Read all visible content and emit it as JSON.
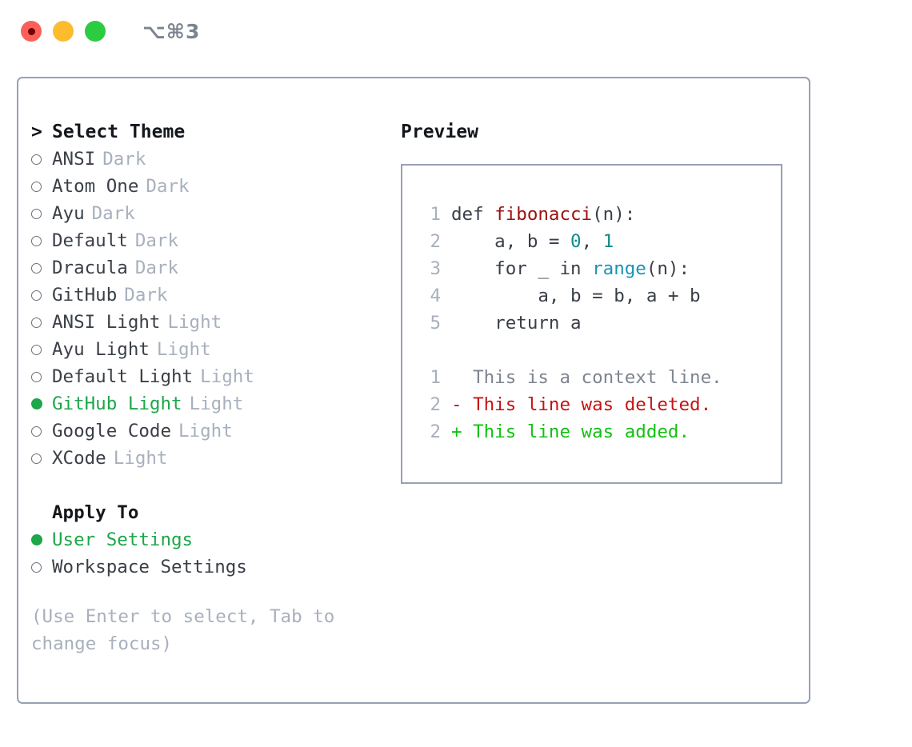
{
  "titlebar": {
    "shortcut": "⌥⌘3",
    "dots": [
      "close-dot",
      "minimize-dot",
      "maximize-dot"
    ]
  },
  "theme_picker": {
    "header": {
      "caret": ">",
      "label": "Select Theme"
    },
    "items": [
      {
        "name": "ANSI",
        "tag": "Dark",
        "selected": false
      },
      {
        "name": "Atom One",
        "tag": "Dark",
        "selected": false
      },
      {
        "name": "Ayu",
        "tag": "Dark",
        "selected": false
      },
      {
        "name": "Default",
        "tag": "Dark",
        "selected": false
      },
      {
        "name": "Dracula",
        "tag": "Dark",
        "selected": false
      },
      {
        "name": "GitHub",
        "tag": "Dark",
        "selected": false
      },
      {
        "name": "ANSI Light",
        "tag": "Light",
        "selected": false
      },
      {
        "name": "Ayu Light",
        "tag": "Light",
        "selected": false
      },
      {
        "name": "Default Light",
        "tag": "Light",
        "selected": false
      },
      {
        "name": "GitHub Light",
        "tag": "Light",
        "selected": true
      },
      {
        "name": "Google Code",
        "tag": "Light",
        "selected": false
      },
      {
        "name": "XCode",
        "tag": "Light",
        "selected": false
      }
    ]
  },
  "apply_to": {
    "header": "Apply To",
    "options": [
      {
        "label": "User Settings",
        "selected": true
      },
      {
        "label": "Workspace Settings",
        "selected": false
      }
    ]
  },
  "hint": "(Use Enter to select, Tab to change focus)",
  "preview": {
    "title": "Preview",
    "code": [
      {
        "num": "1",
        "parts": [
          {
            "t": "def ",
            "c": "code-txt"
          },
          {
            "t": "fibonacci",
            "c": "tok-fn"
          },
          {
            "t": "(n):",
            "c": "code-txt"
          }
        ]
      },
      {
        "num": "2",
        "parts": [
          {
            "t": "    a, b = ",
            "c": "code-txt"
          },
          {
            "t": "0",
            "c": "tok-num"
          },
          {
            "t": ", ",
            "c": "code-txt"
          },
          {
            "t": "1",
            "c": "tok-num"
          }
        ]
      },
      {
        "num": "3",
        "parts": [
          {
            "t": "    for _ in ",
            "c": "code-txt"
          },
          {
            "t": "range",
            "c": "tok-bi"
          },
          {
            "t": "(n):",
            "c": "code-txt"
          }
        ]
      },
      {
        "num": "4",
        "parts": [
          {
            "t": "        a, b = b, a + b",
            "c": "code-txt"
          }
        ]
      },
      {
        "num": "5",
        "parts": [
          {
            "t": "    return a",
            "c": "code-txt"
          }
        ]
      }
    ],
    "diff": [
      {
        "num": "1",
        "marker": "  ",
        "text": "This is a context line.",
        "cls": "diff-ctx"
      },
      {
        "num": "2",
        "marker": "- ",
        "text": "This line was deleted.",
        "cls": "diff-del"
      },
      {
        "num": "2",
        "marker": "+ ",
        "text": "This line was added.",
        "cls": "diff-add"
      }
    ]
  },
  "colors": {
    "accent_green": "#1da64a",
    "border": "#97a1b3",
    "muted": "#a8b0bd",
    "text": "#3a3f47",
    "fn_red": "#9b1111",
    "num_teal": "#0e8b8b",
    "builtin_blue": "#1a93b5",
    "diff_delete": "#c51414",
    "diff_add": "#13c113"
  }
}
